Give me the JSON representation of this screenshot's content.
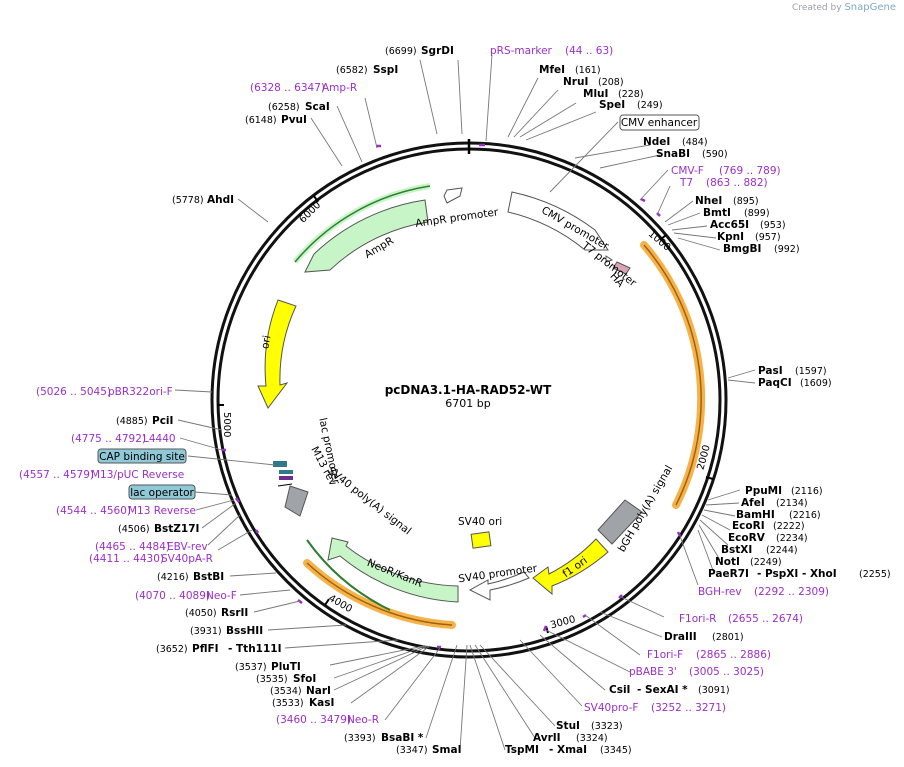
{
  "credit": {
    "prefix": "Created by",
    "brand": "SnapGene"
  },
  "plasmid": {
    "name": "pcDNA3.1-HA-RAD52-WT",
    "size": "6701 bp"
  },
  "ticks": [
    "1000",
    "2000",
    "3000",
    "4000",
    "5000",
    "6000"
  ],
  "enzymes": [
    {
      "name": "SgrDI",
      "pos": "(6699)"
    },
    {
      "name": "SspI",
      "pos": "(6582)"
    },
    {
      "name": "ScaI",
      "pos": "(6258)"
    },
    {
      "name": "PvuI",
      "pos": "(6148)"
    },
    {
      "name": "AhdI",
      "pos": "(5778)"
    },
    {
      "name": "MfeI",
      "pos": "(161)"
    },
    {
      "name": "NruI",
      "pos": "(208)"
    },
    {
      "name": "MluI",
      "pos": "(228)"
    },
    {
      "name": "SpeI",
      "pos": "(249)"
    },
    {
      "name": "NdeI",
      "pos": "(484)"
    },
    {
      "name": "SnaBI",
      "pos": "(590)"
    },
    {
      "name": "NheI",
      "pos": "(895)"
    },
    {
      "name": "BmtI",
      "pos": "(899)"
    },
    {
      "name": "Acc65I",
      "pos": "(953)"
    },
    {
      "name": "KpnI",
      "pos": "(957)"
    },
    {
      "name": "BmgBI",
      "pos": "(992)"
    },
    {
      "name": "PasI",
      "pos": "(1597)"
    },
    {
      "name": "PaqCI",
      "pos": "(1609)"
    },
    {
      "name": "PpuMI",
      "pos": "(2116)"
    },
    {
      "name": "AfeI",
      "pos": "(2134)"
    },
    {
      "name": "BamHI",
      "pos": "(2216)"
    },
    {
      "name": "EcoRI",
      "pos": "(2222)"
    },
    {
      "name": "EcoRV",
      "pos": "(2234)"
    },
    {
      "name": "BstXI",
      "pos": "(2244)"
    },
    {
      "name": "NotI",
      "pos": "(2249)"
    },
    {
      "name": "PaeR7I",
      "pos": "(2255)",
      "extra": "- PspXI - XhoI"
    },
    {
      "name": "DraIII",
      "pos": "(2801)"
    },
    {
      "name": "CsiI",
      "pos": "(3091)",
      "extra": "- SexAI *"
    },
    {
      "name": "StuI",
      "pos": "(3323)"
    },
    {
      "name": "AvrII",
      "pos": "(3324)"
    },
    {
      "name": "TspMI",
      "pos": "(3345)",
      "extra": "- XmaI"
    },
    {
      "name": "SmaI",
      "pos": "(3347)"
    },
    {
      "name": "BsaBI *",
      "pos": "(3393)"
    },
    {
      "name": "KasI",
      "pos": "(3533)"
    },
    {
      "name": "NarI",
      "pos": "(3534)"
    },
    {
      "name": "SfoI",
      "pos": "(3535)"
    },
    {
      "name": "PluTI",
      "pos": "(3537)"
    },
    {
      "name": "PflFI",
      "pos": "(3652)",
      "extra": "- Tth111I"
    },
    {
      "name": "BssHII",
      "pos": "(3931)"
    },
    {
      "name": "RsrII",
      "pos": "(4050)"
    },
    {
      "name": "BstBI",
      "pos": "(4216)"
    },
    {
      "name": "BstZ17I",
      "pos": "(4506)"
    },
    {
      "name": "PciI",
      "pos": "(4885)"
    }
  ],
  "primers": [
    {
      "name": "pRS-marker",
      "range": "(44 .. 63)"
    },
    {
      "name": "Amp-R",
      "range": "(6328 .. 6347)"
    },
    {
      "name": "CMV-F",
      "range": "(769 .. 789)"
    },
    {
      "name": "T7",
      "range": "(863 .. 882)"
    },
    {
      "name": "BGH-rev",
      "range": "(2292 .. 2309)"
    },
    {
      "name": "F1ori-R",
      "range": "(2655 .. 2674)"
    },
    {
      "name": "F1ori-F",
      "range": "(2865 .. 2886)"
    },
    {
      "name": "pBABE 3'",
      "range": "(3005 .. 3025)"
    },
    {
      "name": "SV40pro-F",
      "range": "(3252 .. 3271)"
    },
    {
      "name": "Neo-R",
      "range": "(3460 .. 3479)"
    },
    {
      "name": "Neo-F",
      "range": "(4070 .. 4089)"
    },
    {
      "name": "SV40pA-R",
      "range": "(4411 .. 4430)"
    },
    {
      "name": "EBV-rev",
      "range": "(4465 .. 4484)"
    },
    {
      "name": "M13 Reverse",
      "range": "(4544 .. 4560)"
    },
    {
      "name": "M13/pUC Reverse",
      "range": "(4557 .. 4579)"
    },
    {
      "name": "L4440",
      "range": "(4775 .. 4792)"
    },
    {
      "name": "pBR322ori-F",
      "range": "(5026 .. 5045)"
    }
  ],
  "boxed": [
    "CMV enhancer",
    "CAP binding site",
    "lac operator"
  ],
  "features": [
    "AmpR promoter",
    "AmpR",
    "ori",
    "CMV promoter",
    "T7 promoter",
    "HA",
    "bGH poly(A) signal",
    "f1 ori",
    "SV40 promoter",
    "SV40 ori",
    "NeoR/KanR",
    "SV40 poly(A) signal",
    "lac promoter",
    "M13 rev"
  ],
  "colors": {
    "primer": "#9a2fc7",
    "ori": "#ffff00",
    "resistance": "#c8f5c8",
    "promoter": "#ffffff",
    "selected": "#f6b24a"
  }
}
